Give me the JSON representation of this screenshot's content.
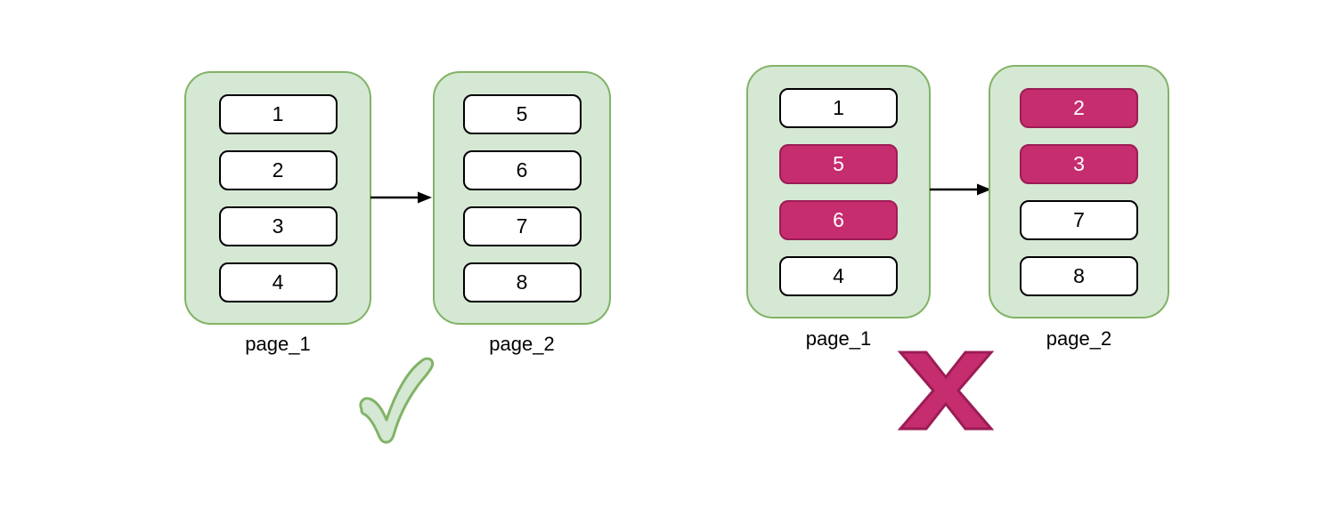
{
  "diagram": {
    "correct": {
      "pages": [
        {
          "label": "page_1",
          "items": [
            {
              "value": "1",
              "highlighted": false
            },
            {
              "value": "2",
              "highlighted": false
            },
            {
              "value": "3",
              "highlighted": false
            },
            {
              "value": "4",
              "highlighted": false
            }
          ]
        },
        {
          "label": "page_2",
          "items": [
            {
              "value": "5",
              "highlighted": false
            },
            {
              "value": "6",
              "highlighted": false
            },
            {
              "value": "7",
              "highlighted": false
            },
            {
              "value": "8",
              "highlighted": false
            }
          ]
        }
      ],
      "verdict_icon": "checkmark-icon"
    },
    "incorrect": {
      "pages": [
        {
          "label": "page_1",
          "items": [
            {
              "value": "1",
              "highlighted": false
            },
            {
              "value": "5",
              "highlighted": true
            },
            {
              "value": "6",
              "highlighted": true
            },
            {
              "value": "4",
              "highlighted": false
            }
          ]
        },
        {
          "label": "page_2",
          "items": [
            {
              "value": "2",
              "highlighted": true
            },
            {
              "value": "3",
              "highlighted": true
            },
            {
              "value": "7",
              "highlighted": false
            },
            {
              "value": "8",
              "highlighted": false
            }
          ]
        }
      ],
      "verdict_icon": "x-icon"
    }
  },
  "colors": {
    "page_fill": "#d5e8d4",
    "page_stroke": "#82b366",
    "item_fill": "#ffffff",
    "item_stroke": "#000000",
    "item_text": "#000000",
    "highlight_fill": "#c62d6f",
    "highlight_stroke": "#9c1c55",
    "highlight_text": "#ffffff",
    "arrow": "#000000",
    "check_fill": "#d5e8d4",
    "check_stroke": "#82b366"
  }
}
